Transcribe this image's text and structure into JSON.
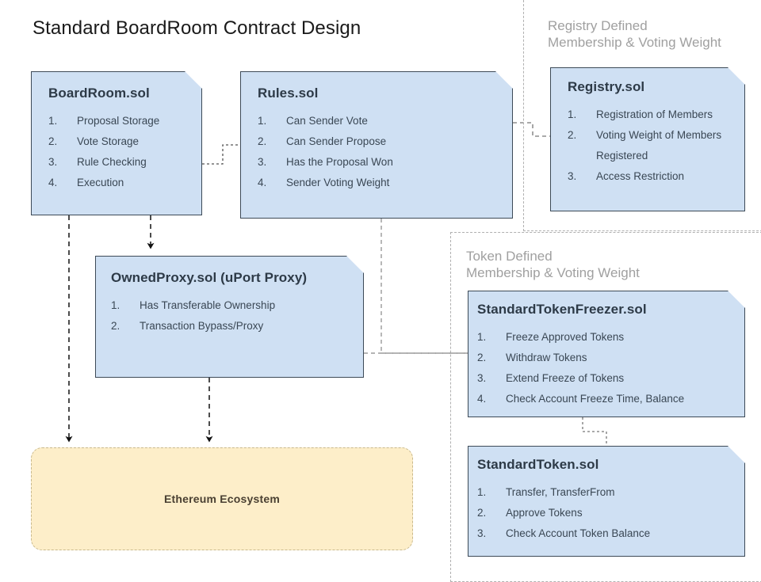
{
  "page": {
    "title": "Standard BoardRoom Contract Design",
    "background": "#ffffff",
    "node_fill": "#cfe0f3",
    "node_stroke": "#3d4a57",
    "ecosystem_fill": "#fdeec9",
    "ecosystem_stroke": "#c9b98d",
    "group_stroke": "#b0b0b0",
    "group_label_color": "#a0a0a0"
  },
  "groups": [
    {
      "name": "registry-group",
      "label": "Registry Defined\nMembership & Voting Weight"
    },
    {
      "name": "token-group",
      "label": "Token Defined\nMembership & Voting Weight"
    }
  ],
  "nodes": [
    {
      "id": "boardroom",
      "title": "BoardRoom.sol",
      "items": [
        {
          "num": "1.",
          "text": "Proposal Storage"
        },
        {
          "num": "2.",
          "text": "Vote Storage"
        },
        {
          "num": "3.",
          "text": "Rule Checking"
        },
        {
          "num": "4.",
          "text": "Execution"
        }
      ]
    },
    {
      "id": "rules",
      "title": "Rules.sol",
      "items": [
        {
          "num": "1.",
          "text": "Can Sender Vote"
        },
        {
          "num": "2.",
          "text": "Can Sender Propose"
        },
        {
          "num": "3.",
          "text": "Has the Proposal Won"
        },
        {
          "num": "4.",
          "text": "Sender Voting Weight"
        }
      ]
    },
    {
      "id": "registry",
      "title": "Registry.sol",
      "items": [
        {
          "num": "1.",
          "text": "Registration of Members"
        },
        {
          "num": "2.",
          "text": "Voting Weight of Members Registered"
        },
        {
          "num": "3.",
          "text": "Access Restriction"
        }
      ]
    },
    {
      "id": "ownedproxy",
      "title": "OwnedProxy.sol (uPort Proxy)",
      "items": [
        {
          "num": "1.",
          "text": "Has Transferable Ownership"
        },
        {
          "num": "2.",
          "text": "Transaction Bypass/Proxy"
        }
      ]
    },
    {
      "id": "tokenfreezer",
      "title": "StandardTokenFreezer.sol",
      "items": [
        {
          "num": "1.",
          "text": "Freeze Approved Tokens"
        },
        {
          "num": "2.",
          "text": "Withdraw Tokens"
        },
        {
          "num": "3.",
          "text": "Extend Freeze of Tokens"
        },
        {
          "num": "4.",
          "text": "Check Account Freeze Time, Balance"
        }
      ]
    },
    {
      "id": "standardtoken",
      "title": "StandardToken.sol",
      "items": [
        {
          "num": "1.",
          "text": "Transfer, TransferFrom"
        },
        {
          "num": "2.",
          "text": "Approve Tokens"
        },
        {
          "num": "3.",
          "text": "Check Account Token Balance"
        }
      ]
    }
  ],
  "ecosystem": {
    "label": "Ethereum Ecosystem"
  }
}
